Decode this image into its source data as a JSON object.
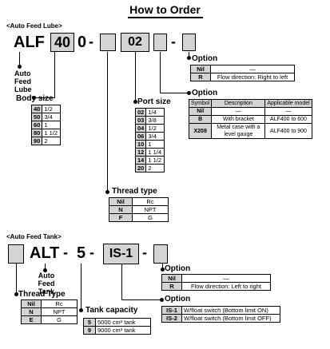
{
  "title": "How to Order",
  "lube": {
    "section": "<Auto Feed Lube>",
    "prefix": "ALF",
    "code_size": "40",
    "code_zero": "0",
    "dash": "-",
    "code_port": "02",
    "caption": "Auto Feed Lube",
    "body_size": {
      "header": "Body size",
      "rows": [
        [
          "40",
          "1/2"
        ],
        [
          "50",
          "3/4"
        ],
        [
          "60",
          "1"
        ],
        [
          "80",
          "1 1/2"
        ],
        [
          "90",
          "2"
        ]
      ]
    },
    "port_size": {
      "header": "Port size",
      "rows": [
        [
          "02",
          "1/4"
        ],
        [
          "03",
          "3/8"
        ],
        [
          "04",
          "1/2"
        ],
        [
          "06",
          "3/4"
        ],
        [
          "10",
          "1"
        ],
        [
          "12",
          "1 1/4"
        ],
        [
          "14",
          "1 1/2"
        ],
        [
          "20",
          "2"
        ]
      ]
    },
    "thread_type": {
      "header": "Thread type",
      "rows": [
        [
          "Nil",
          "Rc"
        ],
        [
          "N",
          "NPT"
        ],
        [
          "F",
          "G"
        ]
      ]
    },
    "option1": {
      "header": "Option",
      "rows": [
        [
          "Nil",
          "—"
        ],
        [
          "R",
          "Flow direction: Right to left"
        ]
      ]
    },
    "option2": {
      "header": "Option",
      "columns": [
        "Symbol",
        "Description",
        "Applicable model"
      ],
      "rows": [
        [
          "Nil",
          "—",
          "—"
        ],
        [
          "B",
          "With bracket",
          "ALF400 to 600"
        ],
        [
          "X208",
          "Metal case with a level gauge",
          "ALF400 to 900"
        ]
      ]
    }
  },
  "tank": {
    "section": "<Auto Feed Tank>",
    "prefix": "ALT",
    "dash": "-",
    "code_cap": "5",
    "code_is": "IS-1",
    "caption": "Auto Feed Tank",
    "thread_type": {
      "header": "Thread Type",
      "rows": [
        [
          "Nil",
          "Rc"
        ],
        [
          "N",
          "NPT"
        ],
        [
          "E",
          "G"
        ]
      ]
    },
    "tank_capacity": {
      "header": "Tank capacity",
      "rows": [
        [
          "5",
          "5000 cm³ tank"
        ],
        [
          "9",
          "9000 cm³ tank"
        ]
      ]
    },
    "option1": {
      "header": "Option",
      "rows": [
        [
          "Nil",
          "—"
        ],
        [
          "R",
          "Flow direction: Left to right"
        ]
      ]
    },
    "option2": {
      "header": "Option",
      "rows": [
        [
          "IS-1",
          "W/float switch (Bottom limit ON)"
        ],
        [
          "IS-2",
          "W/float switch (Bottom limit OFF)"
        ]
      ]
    }
  }
}
